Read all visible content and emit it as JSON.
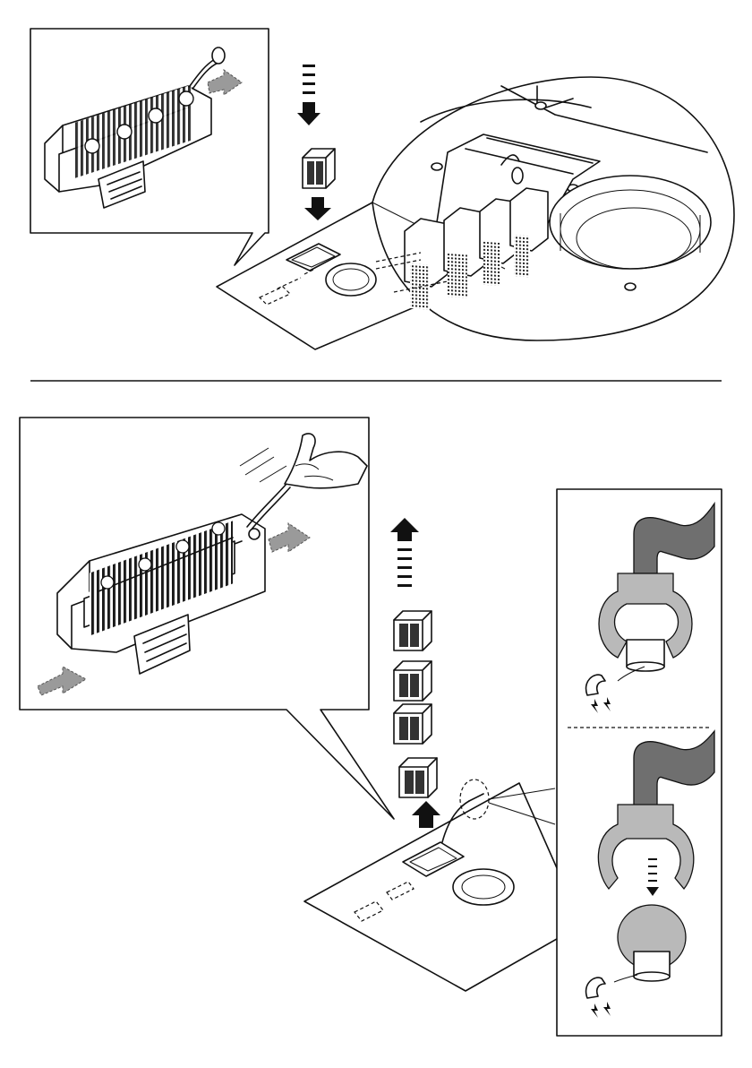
{
  "figure": {
    "top_step": {
      "description_visible": false,
      "filter_count": 4,
      "arrow_direction": "down"
    },
    "bottom_step": {
      "filter_count": 4,
      "arrow_direction": "up",
      "detail_panels": 2
    },
    "colors": {
      "line": "#111111",
      "background": "#ffffff",
      "hose": "#6f6f6f",
      "collar": "#b9b9b9",
      "flow_arrow": "#9a9a9a"
    }
  }
}
